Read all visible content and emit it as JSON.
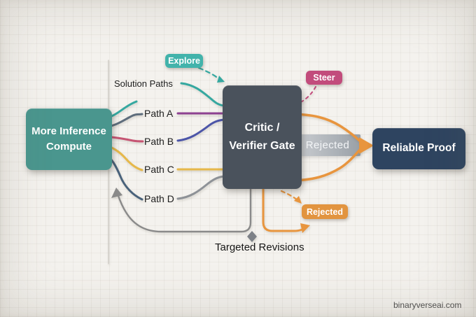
{
  "nodes": {
    "compute": {
      "label": "More Inference Compute"
    },
    "gate": {
      "label": "Critic / Verifier Gate"
    },
    "proof": {
      "label": "Reliable Proof"
    }
  },
  "badges": {
    "explore": {
      "label": "Explore"
    },
    "steer": {
      "label": "Steer"
    },
    "rejected_banner": {
      "label": "Rejected"
    },
    "rejected_badge": {
      "label": "Rejected"
    }
  },
  "path_labels": {
    "solution_paths": "Solution Paths",
    "path_a": "Path A",
    "path_b": "Path B",
    "path_c": "Path C",
    "path_d": "Path D"
  },
  "captions": {
    "targeted_revisions": "Targeted Revisions",
    "watermark": "binaryverseai.com"
  },
  "colors": {
    "teal": "#35a8a0",
    "teal-badge": "#42b3ab",
    "slate": "#5e6d7c",
    "crimson": "#c65573",
    "yellow": "#e6b84a",
    "steel": "#49627b",
    "purple": "#8e4191",
    "indigo": "#4c55a8",
    "gray-line": "#8e9297",
    "orange": "#e8953e",
    "gray-return": "#8a8a8a",
    "diamond": "#7d8187",
    "badge-pink": "#c24c7c",
    "badge-orange": "#e2943f",
    "banner-from": "#cbced2",
    "banner-to": "#99a0a7",
    "box-compute": "#4a968e",
    "box-gate": "#4a525c",
    "box-proof": "#2e4460",
    "line-guide": "#c9c5be",
    "text-dark": "#1d1d1d",
    "watermark-color": "#4e4e4e"
  }
}
